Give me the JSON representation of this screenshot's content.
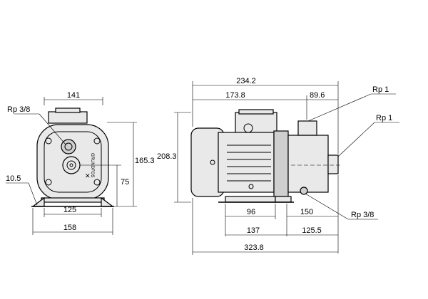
{
  "front_view": {
    "dim_top": "141",
    "dim_height": "165.3",
    "dim_shaft_height": "75",
    "dim_foot_offset": "10.5",
    "dim_foot_inner": "125",
    "dim_foot_outer": "158",
    "port_label": "Rp 3/8",
    "logo_text": "GRUNDFOS"
  },
  "side_view": {
    "dim_overall_top": "234.2",
    "dim_top_mid": "173.8",
    "dim_top_right": "89.6",
    "dim_height": "208.3",
    "dim_base_left": "96",
    "dim_base_right": "150",
    "dim_lower_left": "137",
    "dim_lower_right": "125.5",
    "dim_total_length": "323.8",
    "label_port_top": "Rp 1",
    "label_port_side": "Rp 1",
    "label_drain": "Rp 3/8"
  }
}
